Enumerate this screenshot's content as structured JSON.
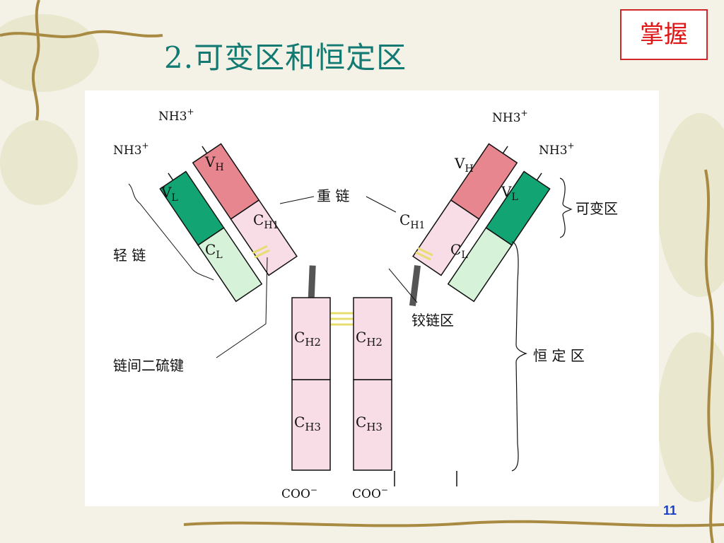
{
  "slide": {
    "title": "2.可变区和恒定区",
    "badge": "掌握",
    "page_number": "11"
  },
  "diagram": {
    "terminal_n": "NH3",
    "terminal_n_sup": "+",
    "terminal_c": "COO",
    "terminal_c_sup": "−",
    "domain_main": {
      "vh": "V",
      "vl": "V",
      "ch1": "C",
      "cl": "C",
      "ch2": "C",
      "ch3": "C"
    },
    "domain_sub": {
      "vh": "H",
      "vl": "L",
      "ch1": "H1",
      "cl": "L",
      "ch2": "H2",
      "ch3": "H3"
    },
    "labels": {
      "heavy_chain": "重 链",
      "light_chain": "轻 链",
      "variable_region": "可变区",
      "hinge_region": "铰链区",
      "constant_region": "恒 定 区",
      "interchain_disulfide": "链间二硫键"
    },
    "colors": {
      "vh": "#e8868f",
      "vl": "#12a472",
      "heavy_constant": "#f8dce6",
      "light_constant": "#d6f2d9",
      "hinge": "#555555",
      "disulfide": "#e8dd70"
    }
  }
}
